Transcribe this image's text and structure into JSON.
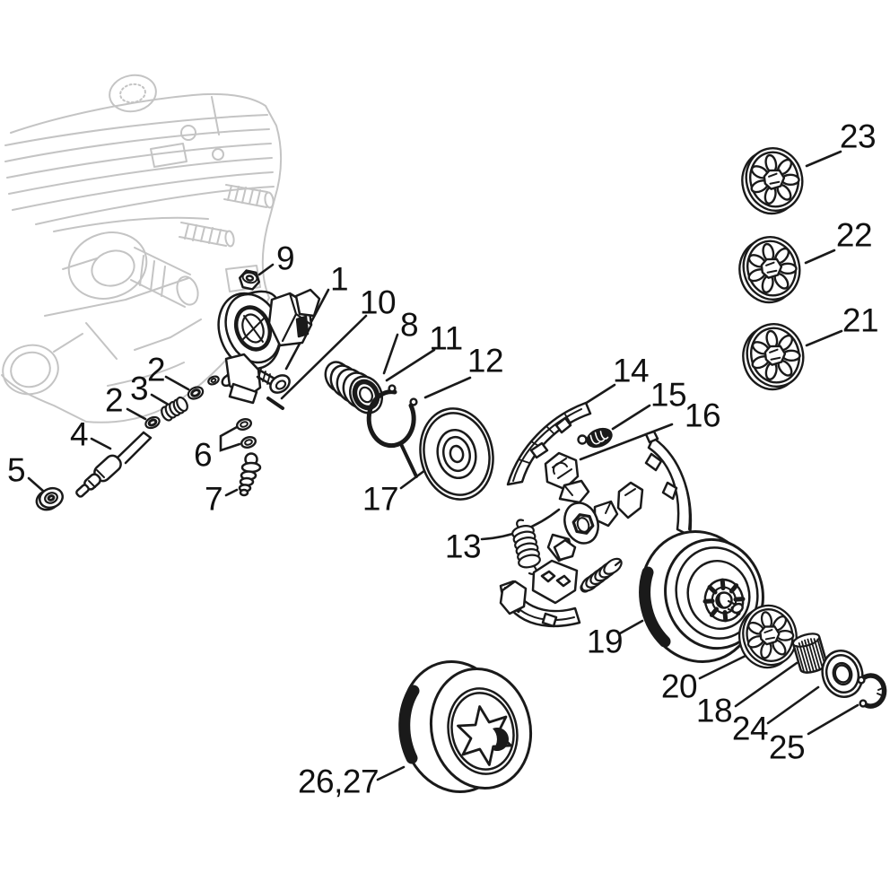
{
  "colors": {
    "ink": "#1a1a1a",
    "ghost": "#c4c4c4",
    "paper": "#ffffff"
  },
  "callouts": {
    "c1": "1",
    "c2a": "2",
    "c2b": "2",
    "c3": "3",
    "c4": "4",
    "c5": "5",
    "c6": "6",
    "c7": "7",
    "c8": "8",
    "c9": "9",
    "c10": "10",
    "c11": "11",
    "c12": "12",
    "c13": "13",
    "c14": "14",
    "c15": "15",
    "c16": "16",
    "c17": "17",
    "c18": "18",
    "c19": "19",
    "c20": "20",
    "c21": "21",
    "c22": "22",
    "c23": "23",
    "c24": "24",
    "c25": "25",
    "c26_27": "26,27"
  }
}
